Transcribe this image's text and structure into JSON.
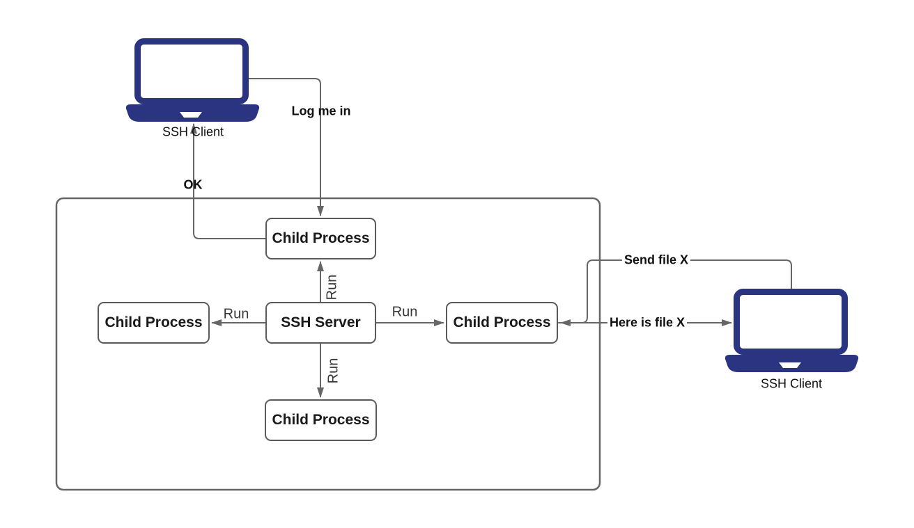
{
  "nodes": {
    "child_top": {
      "label": "Child Process"
    },
    "child_left": {
      "label": "Child Process"
    },
    "child_right": {
      "label": "Child Process"
    },
    "child_bottom": {
      "label": "Child Process"
    },
    "server": {
      "label": "SSH Server"
    },
    "client_left": {
      "label": "SSH Client"
    },
    "client_right": {
      "label": "SSH Client"
    }
  },
  "edges": {
    "log_me_in": {
      "label": "Log me in"
    },
    "ok": {
      "label": "OK"
    },
    "run_up": {
      "label": "Run"
    },
    "run_down": {
      "label": "Run"
    },
    "run_left": {
      "label": "Run"
    },
    "run_right": {
      "label": "Run"
    },
    "send_file": {
      "label": "Send file X"
    },
    "here_is_file": {
      "label": "Here is file X"
    }
  },
  "colors": {
    "laptop": "#2a3480",
    "line": "#666666",
    "box_border": "#5a5a5a",
    "box_text": "#1a1a1a",
    "label_text": "#111111",
    "run_text": "#383838"
  }
}
